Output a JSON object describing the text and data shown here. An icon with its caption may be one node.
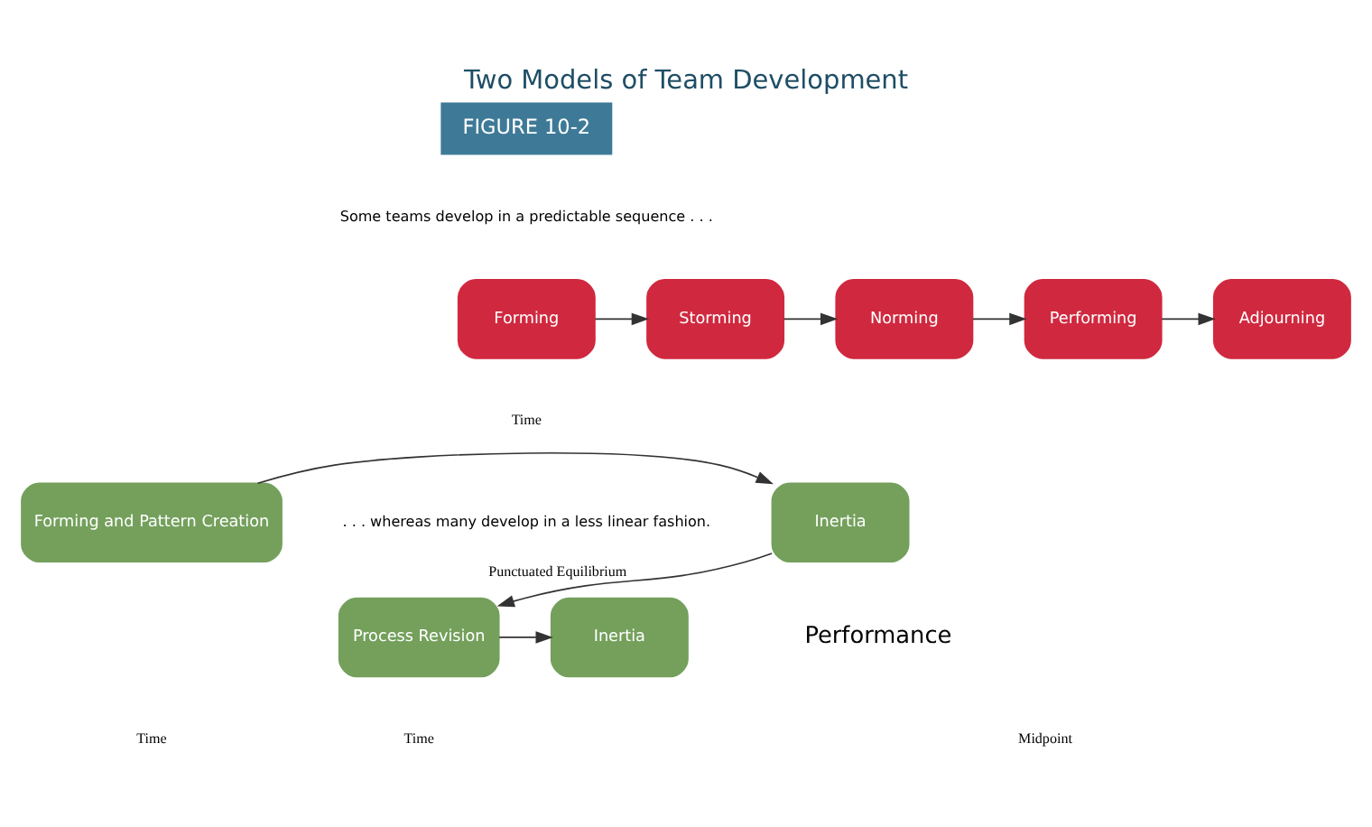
{
  "diagram": {
    "title": "Two Models of Team Development",
    "nodes": [
      {
        "text": [
          "Forming"
        ]
      },
      {
        "text": [
          "Storming"
        ]
      },
      {
        "text": [
          "Norming"
        ]
      },
      {
        "text": [
          "Performing"
        ]
      },
      {
        "text": [
          "Adjourning"
        ]
      },
      {
        "text": [
          "Forming and Pattern Creation"
        ]
      },
      {
        "text": [
          "Inertia"
        ]
      },
      {
        "text": [
          "Process Revision"
        ]
      },
      {
        "text": [
          "Inertia"
        ]
      }
    ],
    "edges": [
      {
        "from": 0,
        "to": 1,
        "arrow": "to"
      },
      {
        "from": 1,
        "to": 2,
        "arrow": "to"
      },
      {
        "from": 2,
        "to": 3,
        "arrow": "to"
      },
      {
        "from": 3,
        "to": 4,
        "arrow": "to"
      },
      {
        "from": 5,
        "to": 6,
        "arrow": "to"
      },
      {
        "from": 6,
        "to": 7,
        "arrow": "to",
        "label": "Punctuated Equilibrium"
      },
      {
        "from": 7,
        "to": 8,
        "arrow": "to"
      }
    ],
    "labels": [
      "FIGURE 10-2",
      "Some teams develop in a predictable sequence . . .",
      "Time",
      ". . . whereas many develop in a less linear fashion.",
      "Time",
      "Midpoint",
      "Time",
      "Performance"
    ]
  }
}
